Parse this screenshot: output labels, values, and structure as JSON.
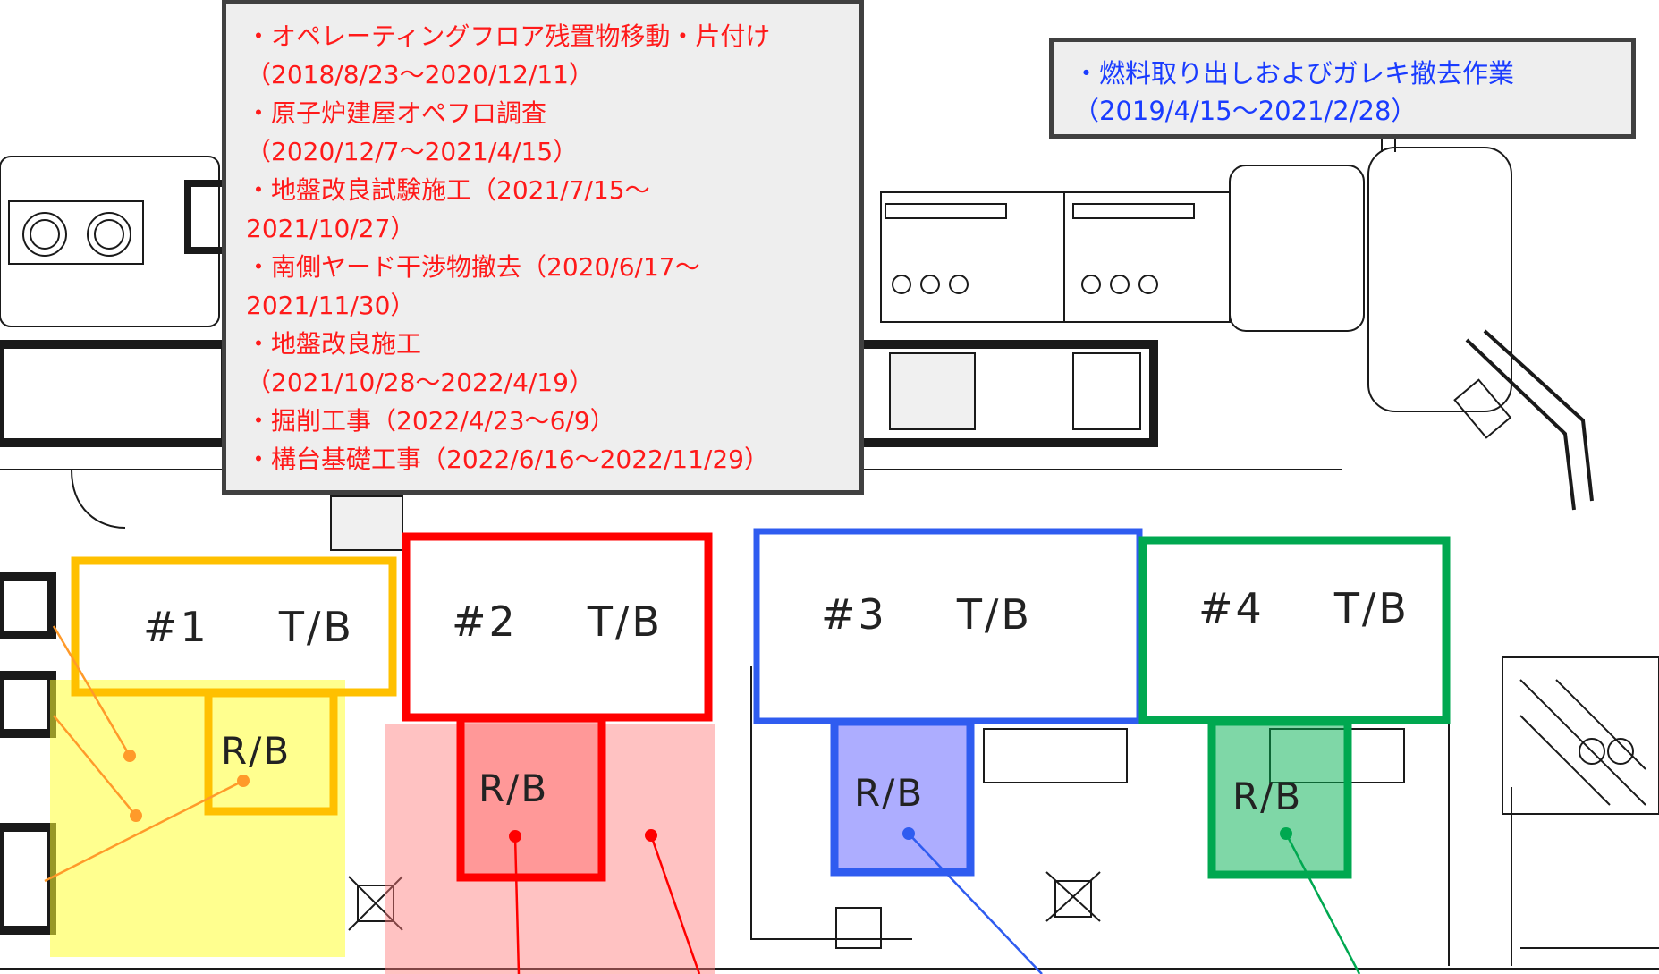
{
  "callout_left": {
    "lines": [
      "・オペレーティングフロア残置物移動・片付け",
      "（2018/8/23～2020/12/11）",
      "・原子炉建屋オペフロ調査",
      "（2020/12/7～2021/4/15）",
      "・地盤改良試験施工（2021/7/15～",
      "2021/10/27）",
      "・南側ヤード干渉物撤去（2020/6/17～",
      "2021/11/30）",
      "・地盤改良施工",
      "（2021/10/28～2022/4/19）",
      "・掘削工事（2022/4/23～6/9）",
      "・構台基礎工事（2022/6/16～2022/11/29）"
    ],
    "color": "#ff1a1a"
  },
  "callout_right": {
    "lines": [
      "・燃料取り出しおよびガレキ撤去作業",
      "（2019/4/15～2021/2/28）"
    ],
    "color": "#1a3cff"
  },
  "units": [
    {
      "tb_num": "#1",
      "tb_suffix": "T/B",
      "rb": "R/B",
      "color": "#ffc000"
    },
    {
      "tb_num": "#2",
      "tb_suffix": "T/B",
      "rb": "R/B",
      "color": "#ff0000"
    },
    {
      "tb_num": "#3",
      "tb_suffix": "T/B",
      "rb": "R/B",
      "color": "#2f5cf0"
    },
    {
      "tb_num": "#4",
      "tb_suffix": "T/B",
      "rb": "R/B",
      "color": "#00a850"
    }
  ]
}
